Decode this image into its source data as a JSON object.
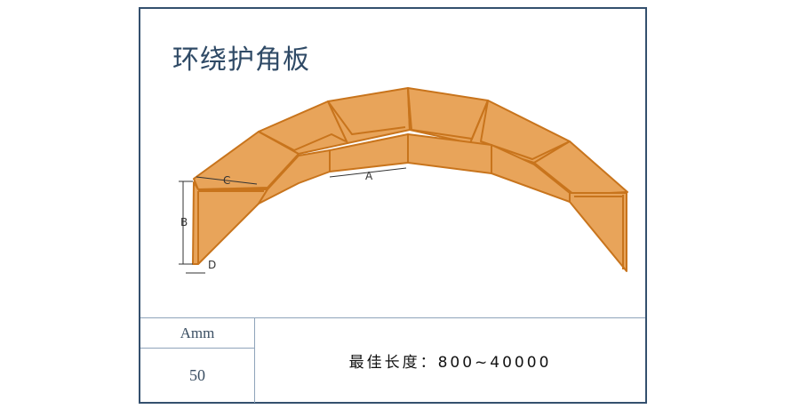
{
  "title": "环绕护角板",
  "diagram": {
    "labels": {
      "a": "A",
      "b": "B",
      "c": "C",
      "d": "D"
    },
    "colors": {
      "fill": "#e8a45a",
      "stroke": "#c8741c",
      "frame": "#34506e",
      "title": "#2f4a66"
    }
  },
  "spec_table": {
    "header": "Amm",
    "value": "50",
    "note": "最佳长度：800~40000"
  }
}
